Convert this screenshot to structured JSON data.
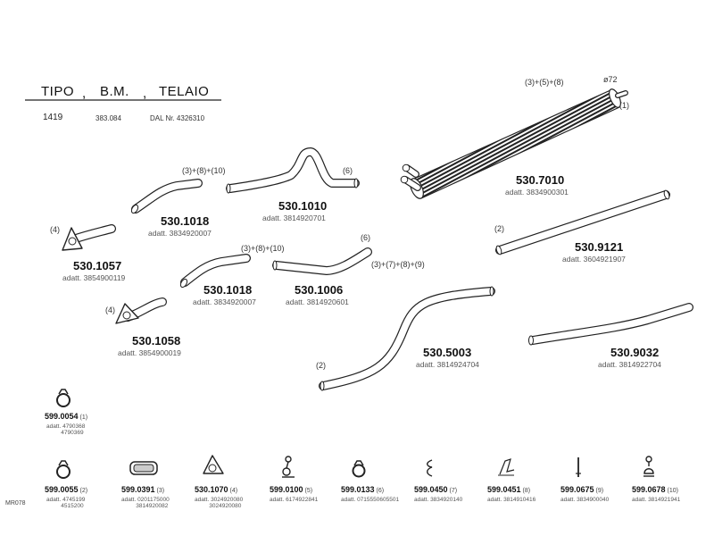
{
  "header": {
    "col_tipo": "TIPO",
    "sep1": ",",
    "col_bm": "B.M.",
    "sep2": ",",
    "col_telaio": "TELAIO",
    "tipo_value": "1419",
    "bm_value": "383.084",
    "telaio_value": "DAL  Nr.  4326310"
  },
  "parts": {
    "p7010": {
      "pn": "530.7010",
      "adatt": "adatt. 3834900301",
      "note": "(3)+(5)+(8)",
      "diam": "ø72",
      "idx": "(1)"
    },
    "p1010": {
      "pn": "530.1010",
      "adatt": "adatt. 3814920701",
      "note": "(3)+(8)+(10)",
      "idx": "(6)"
    },
    "p1018a": {
      "pn": "530.1018",
      "adatt": "adatt. 3834920007"
    },
    "p1057": {
      "pn": "530.1057",
      "adatt": "adatt. 3854900119",
      "idx": "(4)"
    },
    "p1018b": {
      "pn": "530.1018",
      "adatt": "adatt. 3834920007",
      "note": "(3)+(8)+(10)"
    },
    "p1006": {
      "pn": "530.1006",
      "adatt": "adatt. 3814920601",
      "idx": "(6)"
    },
    "p1058": {
      "pn": "530.1058",
      "adatt": "adatt. 3854900019",
      "idx": "(4)"
    },
    "p9121": {
      "pn": "530.9121",
      "adatt": "adatt. 3604921907",
      "idx": "(2)"
    },
    "p5003": {
      "pn": "530.5003",
      "adatt": "adatt. 3814924704",
      "note": "(3)+(7)+(8)+(9)",
      "idx": "(2)"
    },
    "p9032": {
      "pn": "530.9032",
      "adatt": "adatt. 3814922704"
    }
  },
  "fittings": {
    "f0054": {
      "pn": "599.0054",
      "q": "(1)",
      "adatt": "adatt. 4790368\n         4790369"
    },
    "f0055": {
      "pn": "599.0055",
      "q": "(2)",
      "adatt": "adatt. 4745199\n         4515200"
    },
    "f0391": {
      "pn": "599.0391",
      "q": "(3)",
      "adatt": "adatt. 0201175000\n         3814920082"
    },
    "f1070": {
      "pn": "530.1070",
      "q": "(4)",
      "adatt": "adatt. 3024920080\n         3024920080"
    },
    "f0100": {
      "pn": "599.0100",
      "q": "(5)",
      "adatt": "adatt. 6174922841"
    },
    "f0133": {
      "pn": "599.0133",
      "q": "(6)",
      "adatt": "adatt. 0715550605501"
    },
    "f0450": {
      "pn": "599.0450",
      "q": "(7)",
      "adatt": "adatt. 3834920140"
    },
    "f0451": {
      "pn": "599.0451",
      "q": "(8)",
      "adatt": "adatt. 3814910416"
    },
    "f0675": {
      "pn": "599.0675",
      "q": "(9)",
      "adatt": "adatt. 3834900040"
    },
    "f0678": {
      "pn": "599.0678",
      "q": "(10)",
      "adatt": "adatt. 3814921941"
    }
  },
  "footer": {
    "code": "MR078"
  }
}
